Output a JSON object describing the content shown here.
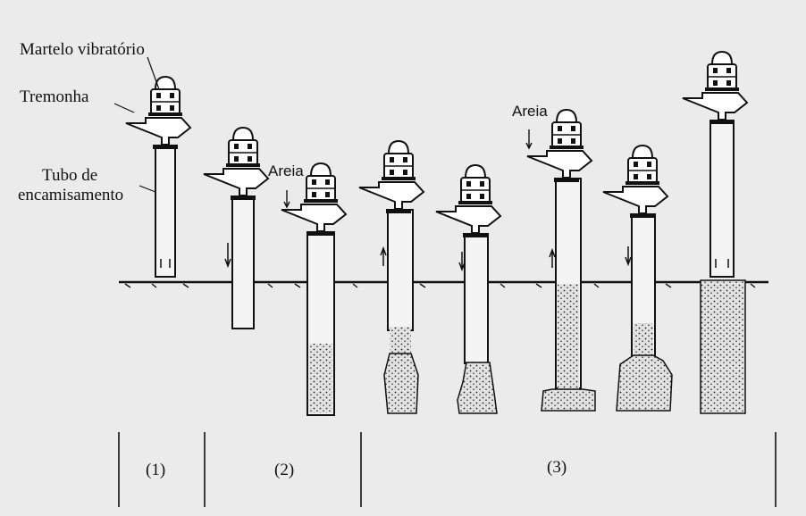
{
  "labels": {
    "hammer": "Martelo vibratório",
    "hopper": "Tremonha",
    "casing_line1": "Tubo de",
    "casing_line2": "encamisamento",
    "sand_1": "Areia",
    "sand_2": "Areia"
  },
  "phases": [
    "(1)",
    "(2)",
    "(3)"
  ],
  "colors": {
    "background": "#ebebeb",
    "ink": "#111111",
    "sand": "#e2e2e2"
  }
}
